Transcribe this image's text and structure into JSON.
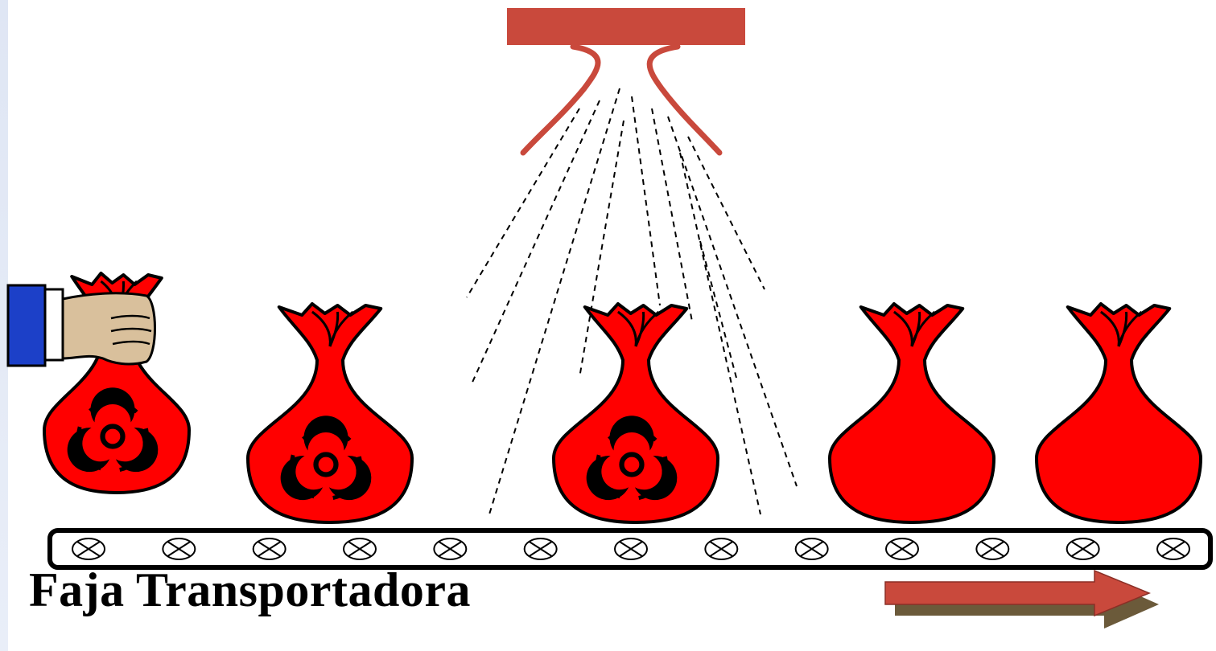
{
  "caption": "Faja Transportadora",
  "colors": {
    "bag_fill": "#ff0000",
    "bag_outline": "#000000",
    "sprayer": "#c9493c",
    "arrow_top": "#c9493c",
    "arrow_shadow": "#6b5a3a",
    "sleeve": "#1c40c8",
    "hand": "#d9c09c"
  },
  "bags": [
    {
      "id": "bag-1",
      "held_by_hand": true,
      "biohazard": true
    },
    {
      "id": "bag-2",
      "held_by_hand": false,
      "biohazard": true
    },
    {
      "id": "bag-3",
      "held_by_hand": false,
      "biohazard": true
    },
    {
      "id": "bag-4",
      "held_by_hand": false,
      "biohazard": false
    },
    {
      "id": "bag-5",
      "held_by_hand": false,
      "biohazard": false
    }
  ],
  "conveyor_rollers": 13,
  "direction": "right",
  "icons": [
    "sprayer-icon",
    "hand-icon",
    "biohazard-icon",
    "direction-arrow-icon"
  ]
}
